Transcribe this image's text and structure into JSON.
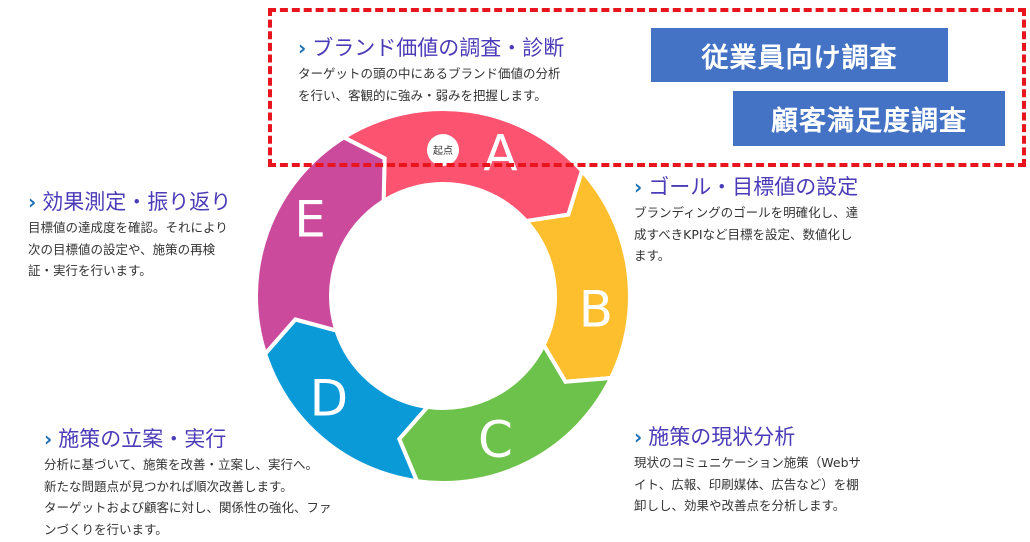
{
  "cycle": {
    "start_label": "起点",
    "segments": [
      {
        "letter": "A",
        "color": "#fc5470"
      },
      {
        "letter": "B",
        "color": "#fdbf2d"
      },
      {
        "letter": "C",
        "color": "#6cc24a"
      },
      {
        "letter": "D",
        "color": "#0a9ad8"
      },
      {
        "letter": "E",
        "color": "#cc4a9c"
      }
    ]
  },
  "steps": {
    "a": {
      "title": "ブランド価値の調査・診断",
      "lines": [
        "ターゲットの頭の中にあるブランド価値の分析",
        "を行い、客観的に強み・弱みを把握します。"
      ]
    },
    "b": {
      "title": "ゴール・目標値の設定",
      "lines": [
        "ブランディングのゴールを明確化し、達",
        "成すべきKPIなど目標を設定、数値化し",
        "ます。"
      ]
    },
    "c": {
      "title": "施策の現状分析",
      "lines": [
        "現状のコミュニケーション施策（Webサ",
        "イト、広報、印刷媒体、広告など）を棚",
        "卸しし、効果や改善点を分析します。"
      ]
    },
    "d": {
      "title": "施策の立案・実行",
      "lines": [
        "分析に基づいて、施策を改善・立案し、実行へ。",
        "新たな問題点が見つかれば順次改善します。",
        "ターゲットおよび顧客に対し、関係性の強化、ファ",
        "ンづくりを行います。"
      ]
    },
    "e": {
      "title": "効果測定・振り返り",
      "lines": [
        "目標値の達成度を確認。それにより",
        "次の目標値の設定や、施策の再検",
        "証・実行を行います。"
      ]
    }
  },
  "chevron": "›",
  "badges": {
    "employee": "従業員向け調査",
    "customer": "顧客満足度調査"
  }
}
